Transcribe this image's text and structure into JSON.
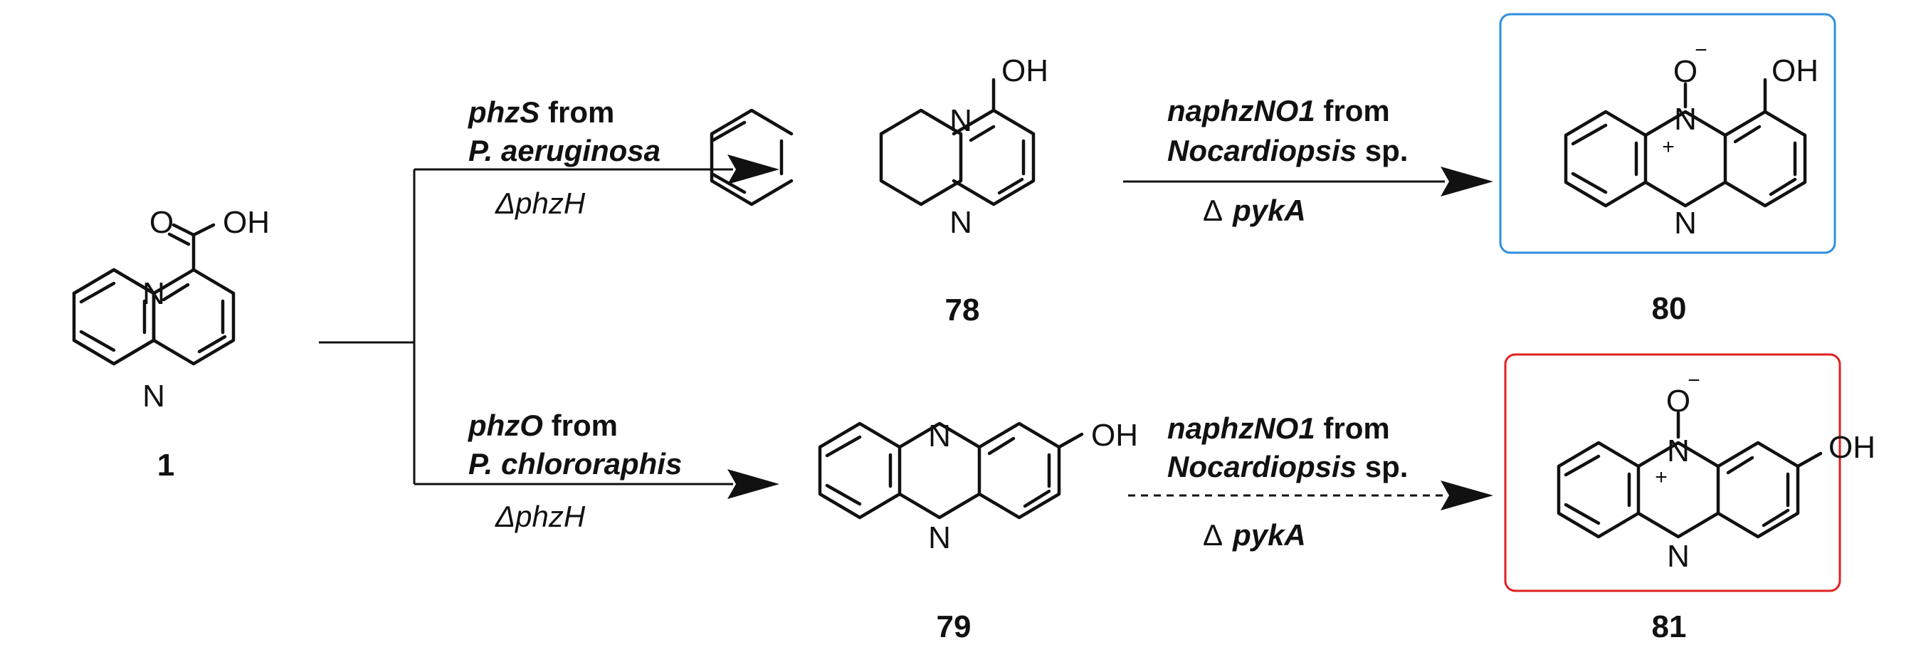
{
  "compounds": {
    "c1": {
      "label": "1"
    },
    "c78": {
      "label": "78"
    },
    "c79": {
      "label": "79"
    },
    "c80": {
      "label": "80"
    },
    "c81": {
      "label": "81"
    }
  },
  "atoms": {
    "n": "N",
    "oh": "OH",
    "o": "O",
    "minus": "−",
    "plus": "+"
  },
  "reactions": {
    "upper_first": {
      "gene": "phzS",
      "from_word": " from",
      "organism": "P. aeruginosa",
      "deletion": "ΔphzH"
    },
    "lower_first": {
      "gene": "phzO",
      "from_word": " from",
      "organism": "P. chlororaphis",
      "deletion": "ΔphzH"
    },
    "upper_second": {
      "gene": "naphzNO1",
      "from_word": " from",
      "organism": "Nocardiopsis",
      "sp_word": " sp.",
      "delta": "Δ",
      "deletion_gene": "pykA"
    },
    "lower_second": {
      "gene": "naphzNO1",
      "from_word": " from",
      "organism": "Nocardiopsis",
      "sp_word": " sp.",
      "delta": "Δ",
      "deletion_gene": "pykA"
    }
  },
  "colors": {
    "box_80": "#2f8fe0",
    "box_81": "#e02020",
    "ink": "#111111"
  }
}
